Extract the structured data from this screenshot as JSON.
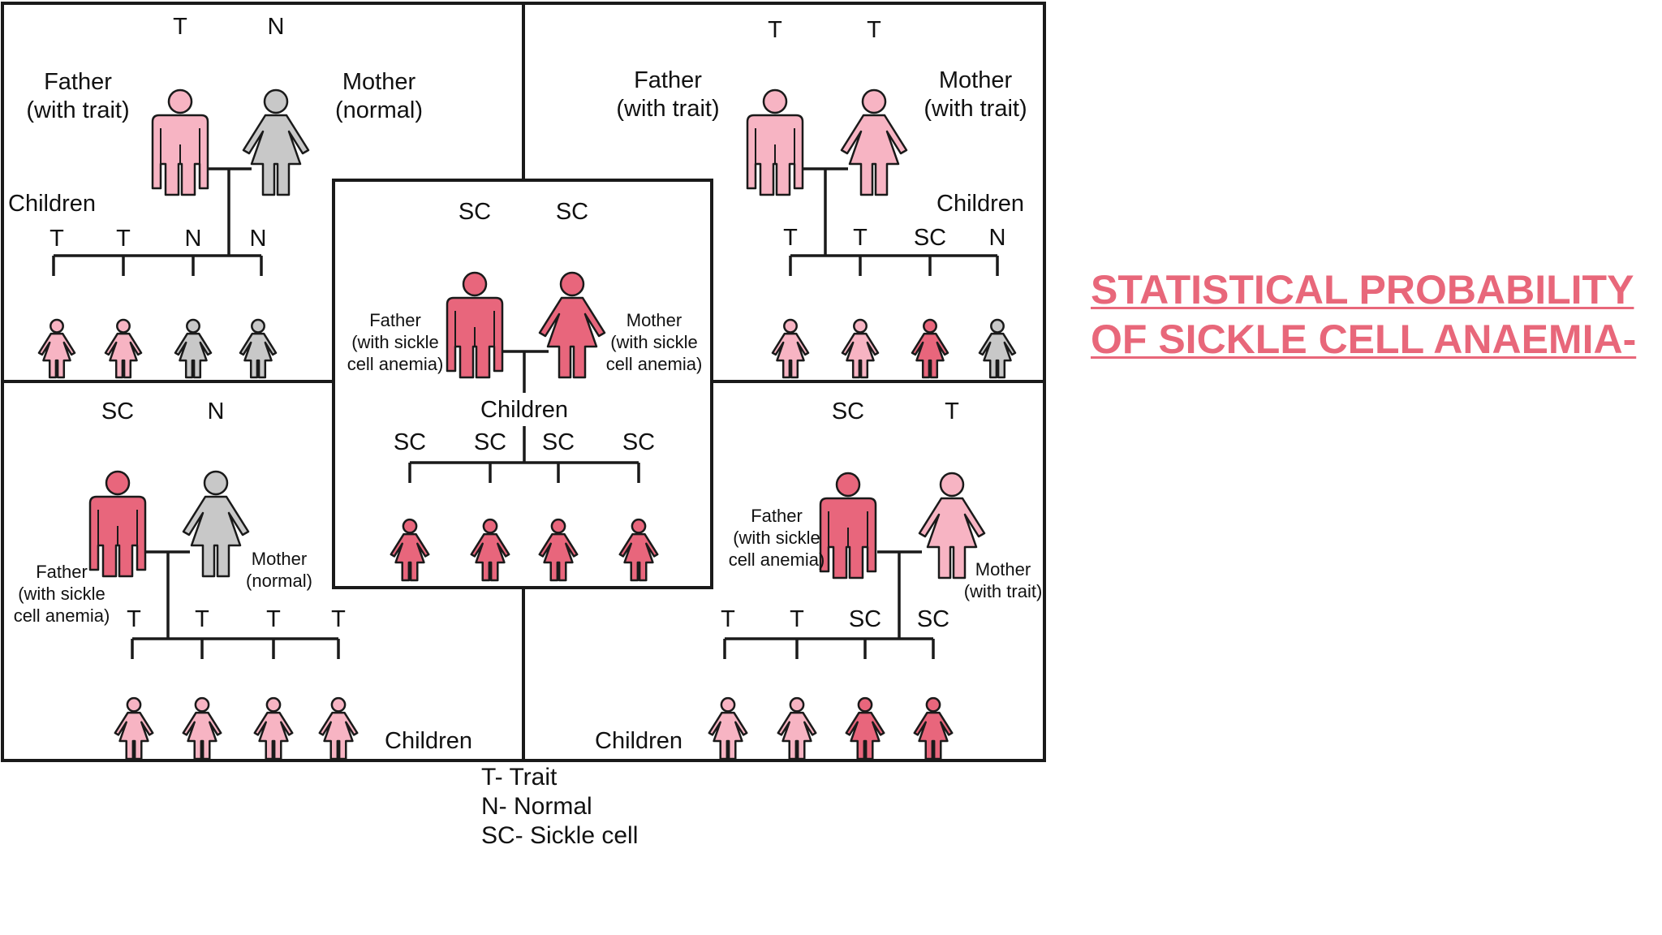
{
  "colors": {
    "trait": "#f7b4c3",
    "normal": "#c8c8c8",
    "sickle_cell": "#e8667c",
    "title": "#e8677a",
    "outline": "#1a1a1a"
  },
  "title": "STATISTICAL PROBABILITY OF SICKLE CELL ANAEMIA-",
  "legend": [
    "T- Trait",
    "N- Normal",
    "SC- Sickle cell"
  ],
  "panels": {
    "top_left": {
      "father_code": "T",
      "mother_code": "N",
      "father_label": [
        "Father",
        "(with trait)"
      ],
      "mother_label": [
        "Mother",
        "(normal)"
      ],
      "children_label": "Children",
      "children_codes": [
        "T",
        "T",
        "N",
        "N"
      ]
    },
    "top_right": {
      "father_code": "T",
      "mother_code": "T",
      "father_label": [
        "Father",
        "(with trait)"
      ],
      "mother_label": [
        "Mother",
        "(with trait)"
      ],
      "children_label": "Children",
      "children_codes": [
        "T",
        "T",
        "SC",
        "N"
      ]
    },
    "center": {
      "father_code": "SC",
      "mother_code": "SC",
      "father_label": [
        "Father",
        "(with sickle",
        "cell anemia)"
      ],
      "mother_label": [
        "Mother",
        "(with sickle",
        "cell anemia)"
      ],
      "children_label": "Children",
      "children_codes": [
        "SC",
        "SC",
        "SC",
        "SC"
      ]
    },
    "bottom_left": {
      "father_code": "SC",
      "mother_code": "N",
      "father_label": [
        "Father",
        "(with sickle",
        "cell anemia)"
      ],
      "mother_label": [
        "Mother",
        "(normal)"
      ],
      "children_label": "Children",
      "children_codes": [
        "T",
        "T",
        "T",
        "T"
      ]
    },
    "bottom_right": {
      "father_code": "SC",
      "mother_code": "T",
      "father_label": [
        "Father",
        "(with sickle",
        "cell anemia)"
      ],
      "mother_label": [
        "Mother",
        "(with trait)"
      ],
      "children_label": "Children",
      "children_codes": [
        "T",
        "T",
        "SC",
        "SC"
      ]
    }
  }
}
